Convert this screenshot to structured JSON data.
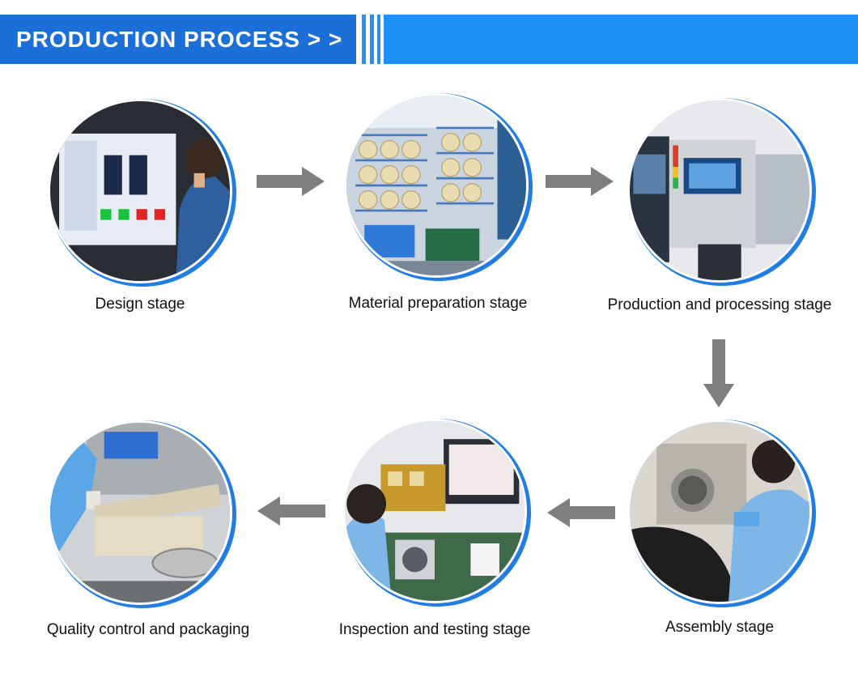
{
  "header": {
    "title": "PRODUCTION PROCESS > >"
  },
  "stages": [
    {
      "label": "Design stage",
      "photo_icon": "computer-monitor-photo"
    },
    {
      "label": "Material preparation stage",
      "photo_icon": "warehouse-shelves-photo"
    },
    {
      "label": "Production and processing stage",
      "photo_icon": "smt-machine-photo"
    },
    {
      "label": "Assembly stage",
      "photo_icon": "assembly-worker-photo"
    },
    {
      "label": "Inspection and testing stage",
      "photo_icon": "testing-bench-photo"
    },
    {
      "label": "Quality control and packaging",
      "photo_icon": "packaging-sealer-photo"
    }
  ],
  "colors": {
    "banner_dark": "#1c6fd6",
    "banner_light": "#1e90f8",
    "ring": "#1f7de4",
    "arrow": "#7f7f7f"
  }
}
